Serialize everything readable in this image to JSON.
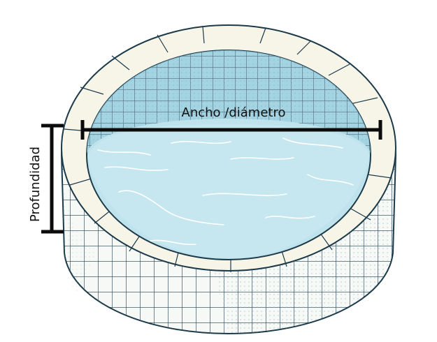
{
  "labels": {
    "width": "Ancho /diámetro",
    "depth": "Profundidad"
  },
  "colors": {
    "water": "#bfe3ec",
    "water_deep": "#9fd0df",
    "coping": "#f6f5e8",
    "wall": "#f7f9f6",
    "grid_line": "#1c3a4a",
    "tile_shade": "#d8ebf0",
    "measure_line": "#0b0b0b",
    "ripple": "#ffffff"
  },
  "icons": {
    "pool": "round-pool-illustration",
    "width_measure": "horizontal-dimension-line",
    "depth_measure": "vertical-dimension-line"
  }
}
